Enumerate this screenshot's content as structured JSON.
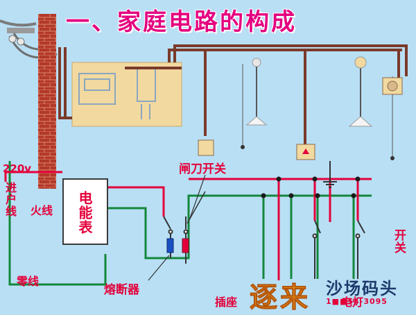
{
  "title": "一、家庭电路的构成",
  "labels": {
    "voltage": "220v",
    "incoming_line": "进户线",
    "live_wire": "火线",
    "neutral_wire": "零线",
    "meter": "电能表",
    "knife_switch": "闸刀开关",
    "fuse": "熔断器",
    "socket": "插座",
    "lamp": "电灯",
    "switch": "开关"
  },
  "watermark": {
    "brand": "逐来",
    "slogan": "沙场码头",
    "phone": "1■■54-3095"
  },
  "colors": {
    "background": "#b9dff4",
    "live_wire": "#e4003a",
    "neutral_wire": "#12873a",
    "title": "#e4007f",
    "brick_wall": "#b3382a",
    "panel": "#f2d9a0",
    "pipe": "#7a3a2a"
  }
}
